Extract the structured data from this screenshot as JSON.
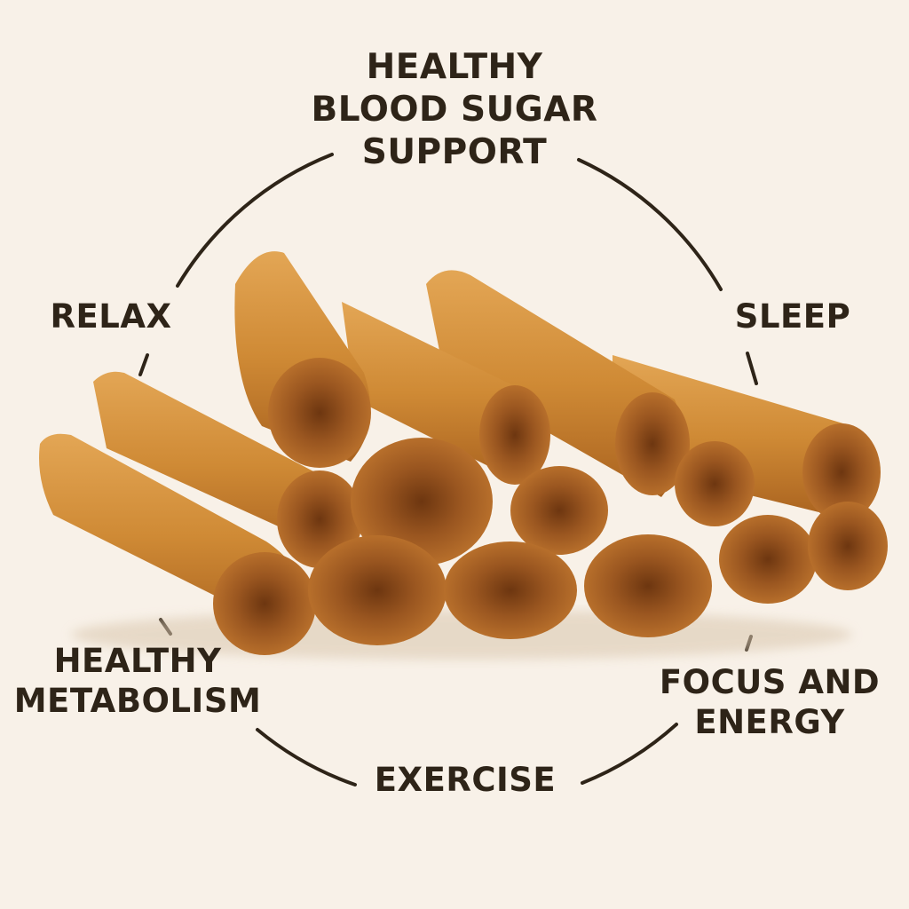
{
  "colors": {
    "background": "#f8f1e8",
    "text": "#2e2418",
    "ring": "#2e2418",
    "cinnamon_light": "#d99a45",
    "cinnamon_mid": "#c67a2a",
    "cinnamon_dark": "#8a4a1a"
  },
  "center_image": {
    "subject": "stack of Ceylon cinnamon sticks",
    "icon": "cinnamon-sticks-icon"
  },
  "benefits": {
    "top": {
      "lines": [
        "HEALTHY",
        "BLOOD SUGAR",
        "SUPPORT"
      ]
    },
    "upper_left": {
      "lines": [
        "RELAX"
      ]
    },
    "upper_right": {
      "lines": [
        "SLEEP"
      ]
    },
    "lower_left": {
      "lines": [
        "HEALTHY",
        "METABOLISM"
      ]
    },
    "lower_right": {
      "lines": [
        "FOCUS AND",
        "ENERGY"
      ]
    },
    "bottom": {
      "lines": [
        "EXERCISE"
      ]
    }
  }
}
